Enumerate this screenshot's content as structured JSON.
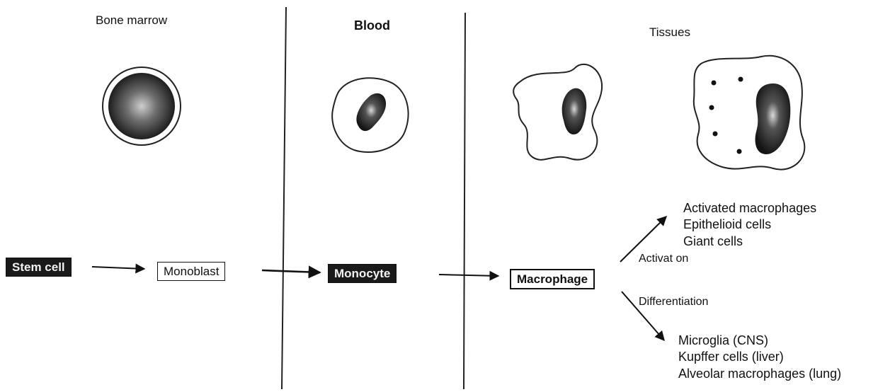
{
  "sections": {
    "bone_marrow": "Bone marrow",
    "blood": "Blood",
    "tissues": "Tissues"
  },
  "boxes": {
    "stem_cell": "Stem cell",
    "monoblast": "Monoblast",
    "monocyte": "Monocyte",
    "macrophage": "Macrophage"
  },
  "branches": {
    "activation_label": "Activat on",
    "differentiation_label": "Differentiation",
    "activation_products": [
      "Activated macrophages",
      "Epithelioid cells",
      "Giant cells"
    ],
    "differentiation_products": [
      "Microglia (CNS)",
      "Kupffer cells (liver)",
      "Alveolar macrophages (lung)"
    ]
  }
}
